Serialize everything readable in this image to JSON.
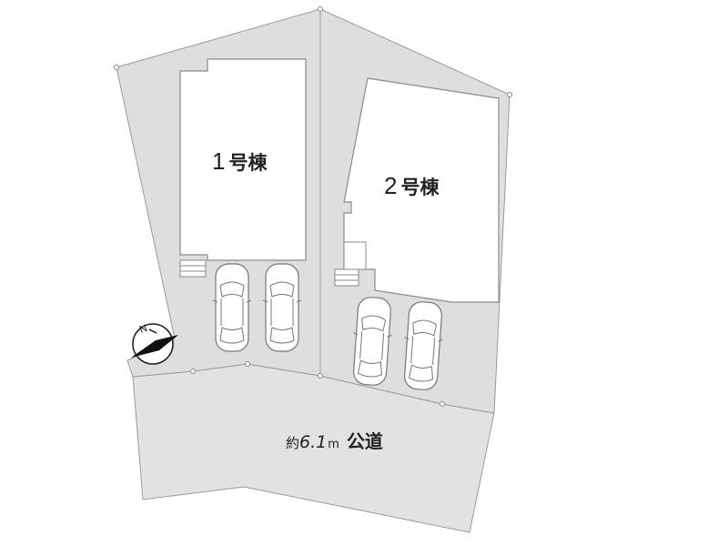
{
  "buildings": [
    {
      "id": "building-1",
      "number": "1",
      "suffix": "号棟"
    },
    {
      "id": "building-2",
      "number": "2",
      "suffix": "号棟"
    }
  ],
  "road": {
    "prefix": "約",
    "width_value": "6.1",
    "unit": "m",
    "name": "公道"
  },
  "compass": {
    "north_label": "N"
  },
  "colors": {
    "lot": "#dedede",
    "road": "#e2e2e2",
    "outline": "#9a9a9a",
    "building": "#ffffff",
    "text": "#222222"
  },
  "icons": [
    "car-icon",
    "compass-icon"
  ]
}
